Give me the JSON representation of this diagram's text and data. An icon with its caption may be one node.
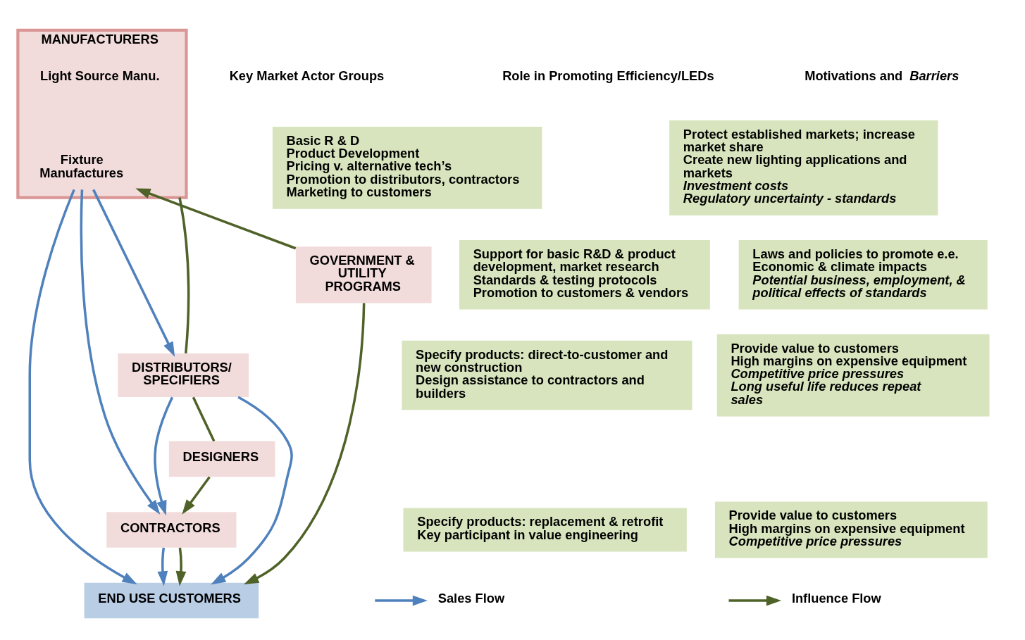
{
  "diagram": {
    "nodes": [
      {
        "text": [
          "MANUFACTURERS"
        ]
      },
      {
        "text": [
          "Light Source Manu."
        ],
        "in": 0
      },
      {
        "text": [
          "Fixture Manufactures"
        ],
        "in": 0
      },
      {
        "text": [
          "Basic R & D",
          "Product Development",
          "Pricing v. alternative tech’s",
          "Promotion to distributors, contractors",
          "Marketing to customers"
        ]
      },
      {
        "text": [
          "Protect established markets; increase market share",
          "Create new lighting applications and markets",
          "*Investment costs*",
          "*Regulatory uncertainty - standards*"
        ]
      },
      {
        "text": [
          "GOVERNMENT & UTILITY PROGRAMS"
        ]
      },
      {
        "text": [
          "Support for basic R&D & product development, market research",
          "Standards & testing protocols",
          "Promotion to customers & vendors"
        ]
      },
      {
        "text": [
          "Laws and policies to promote e.e.",
          "Economic & climate impacts",
          "*Potential business, employment, & political effects of standards*"
        ]
      },
      {
        "text": [
          "DISTRIBUTORS/ SPECIFIERS"
        ]
      },
      {
        "text": [
          "Specify products: direct-to-customer and new construction",
          "Design assistance to contractors and builders"
        ]
      },
      {
        "text": [
          "Provide value to customers",
          "High margins on expensive equipment",
          "*Competitive price pressures*",
          "*Long useful life reduces repeat sales*"
        ]
      },
      {
        "text": [
          "DESIGNERS"
        ]
      },
      {
        "text": [
          "CONTRACTORS"
        ]
      },
      {
        "text": [
          "Specify products: replacement & retrofit",
          "Key participant in value engineering"
        ]
      },
      {
        "text": [
          "Provide value to customers",
          "High margins on expensive equipment",
          "*Competitive price pressures*"
        ]
      },
      {
        "text": [
          "END USE CUSTOMERS"
        ]
      }
    ],
    "edges": [
      {
        "from": 2,
        "to": 15,
        "arrow": "to",
        "color": "#4f81bd"
      },
      {
        "from": 2,
        "to": 8,
        "arrow": "to",
        "color": "#4f81bd"
      },
      {
        "from": 2,
        "to": 12,
        "arrow": "to",
        "color": "#4f81bd"
      },
      {
        "from": 8,
        "to": 15,
        "arrow": "to",
        "color": "#4f81bd"
      },
      {
        "from": 8,
        "to": 12,
        "arrow": "to",
        "color": "#4f81bd"
      },
      {
        "from": 12,
        "to": 15,
        "arrow": "to",
        "color": "#4f81bd"
      },
      {
        "from": 5,
        "to": 2,
        "arrow": "to",
        "color": "#4f6228"
      },
      {
        "from": 0,
        "to": 8,
        "arrow": "none",
        "color": "#4f6228"
      },
      {
        "from": 5,
        "to": 15,
        "arrow": "to",
        "color": "#4f6228"
      },
      {
        "from": 8,
        "to": 11,
        "arrow": "none",
        "color": "#4f6228"
      },
      {
        "from": 11,
        "to": 12,
        "arrow": "to",
        "color": "#4f6228"
      },
      {
        "from": 12,
        "to": 15,
        "arrow": "to",
        "color": "#4f6228"
      }
    ],
    "labels": [
      "Key Market Actor Groups",
      "Role in Promoting Efficiency/LEDs",
      "Motivations and *Barriers*"
    ],
    "legend": [
      {
        "text": "Sales Flow"
      },
      {
        "text": "Influence Flow"
      }
    ]
  }
}
